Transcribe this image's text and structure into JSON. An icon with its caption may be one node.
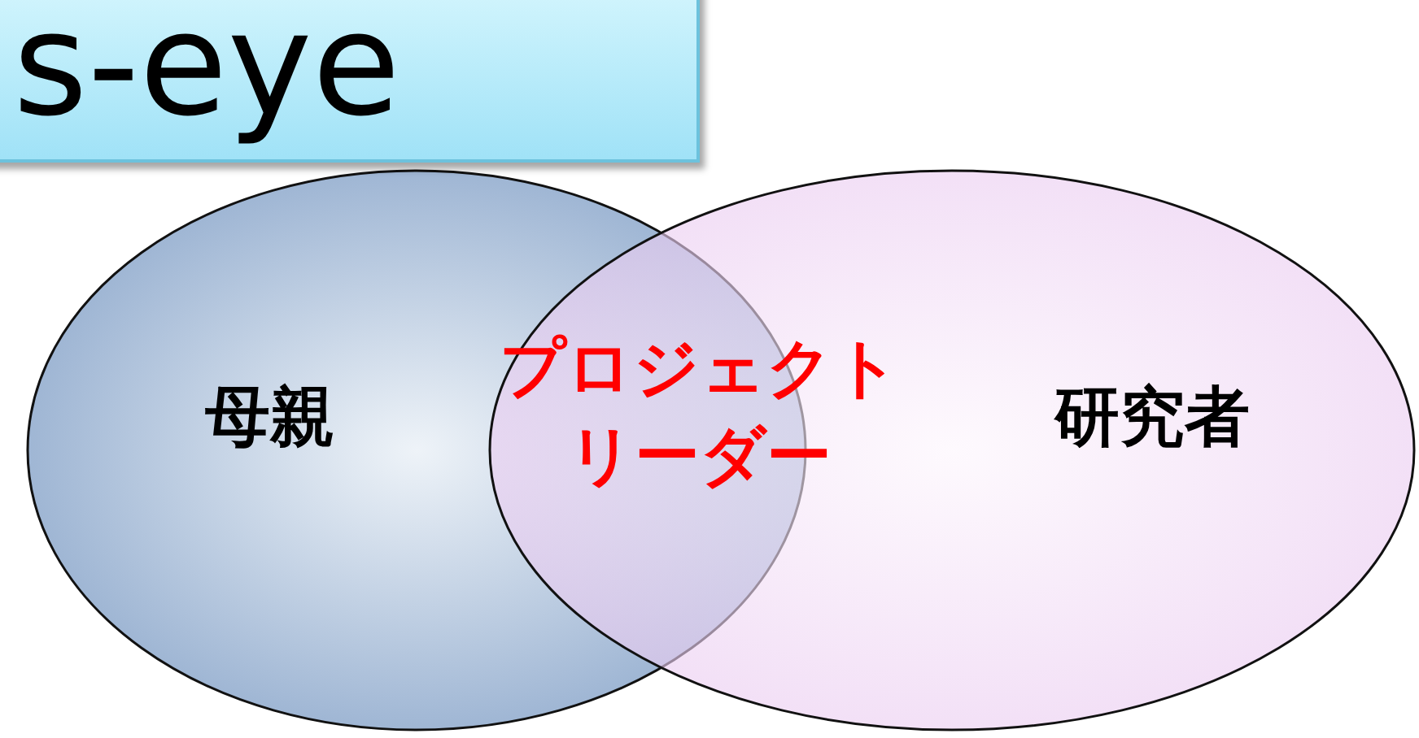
{
  "diagram": {
    "nodes": [
      {
        "text": [
          "s-eye"
        ]
      },
      {
        "text": [
          "母親"
        ]
      },
      {
        "text": [
          "研究者"
        ]
      }
    ],
    "labels": [
      "プロジェクトリーダー"
    ]
  }
}
